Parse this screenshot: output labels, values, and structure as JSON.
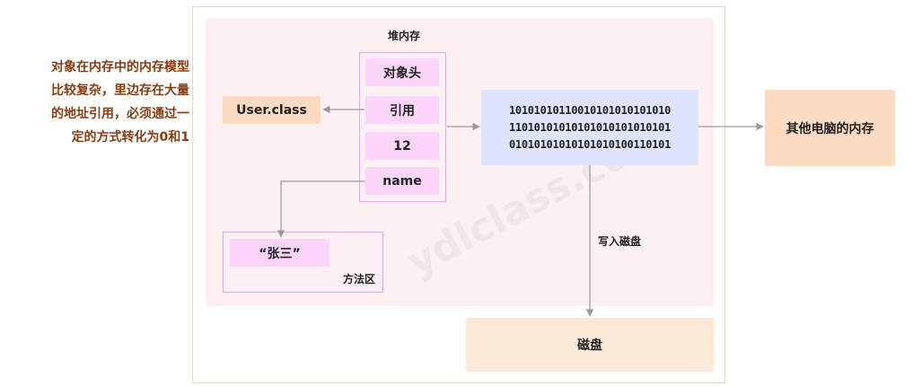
{
  "side_note": {
    "lines": [
      "对象在内存中的内存模型",
      "比较复杂，里边存在大量",
      "的地址引用，必须通过一",
      "定的方式转化为0和1"
    ]
  },
  "heap": {
    "title": "堆内存",
    "cells": [
      "对象头",
      "引用",
      "12",
      "name"
    ]
  },
  "user_class": "User.class",
  "method_area": {
    "label": "方法区",
    "value": "“张三”"
  },
  "binary": {
    "lines": [
      "10101010110010101010101010",
      "11010101010101010101010101",
      "01010101010101010100110101"
    ]
  },
  "other_memory": "其他电脑的内存",
  "disk": "磁盘",
  "write_label": "写入磁盘",
  "watermark": "ydlclass.com",
  "colors": {
    "arrow": "#9a9a9a",
    "side_note": "#8a3d12",
    "cell": "#fbd6fa",
    "binary_bg": "#dde4fb",
    "peach": "#fbdcc2"
  }
}
